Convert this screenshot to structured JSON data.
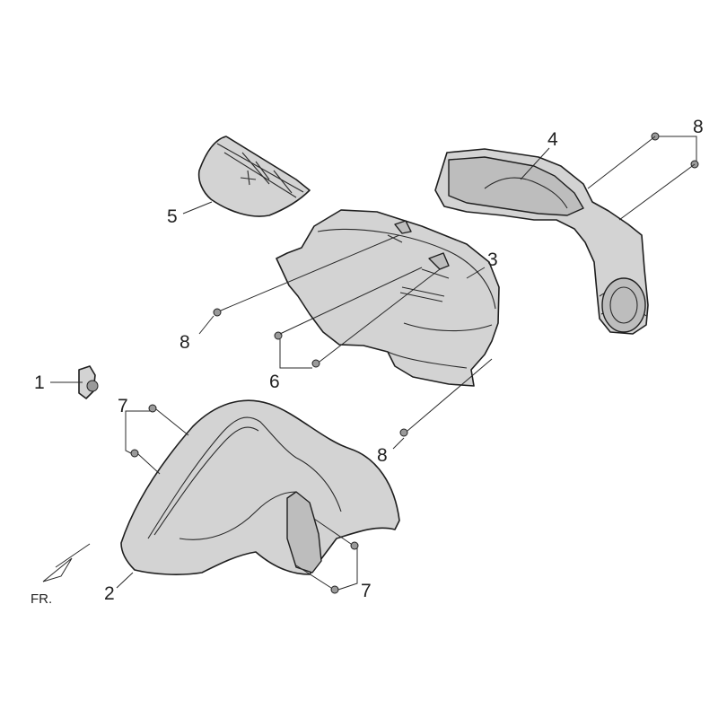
{
  "diagram": {
    "labels": {
      "p1": "1",
      "p2": "2",
      "p3": "3",
      "p4": "4",
      "p5": "5",
      "p6": "6",
      "p7a": "7",
      "p7b": "7",
      "p8a": "8",
      "p8b": "8",
      "p8c": "8"
    },
    "front_marker": "FR."
  }
}
